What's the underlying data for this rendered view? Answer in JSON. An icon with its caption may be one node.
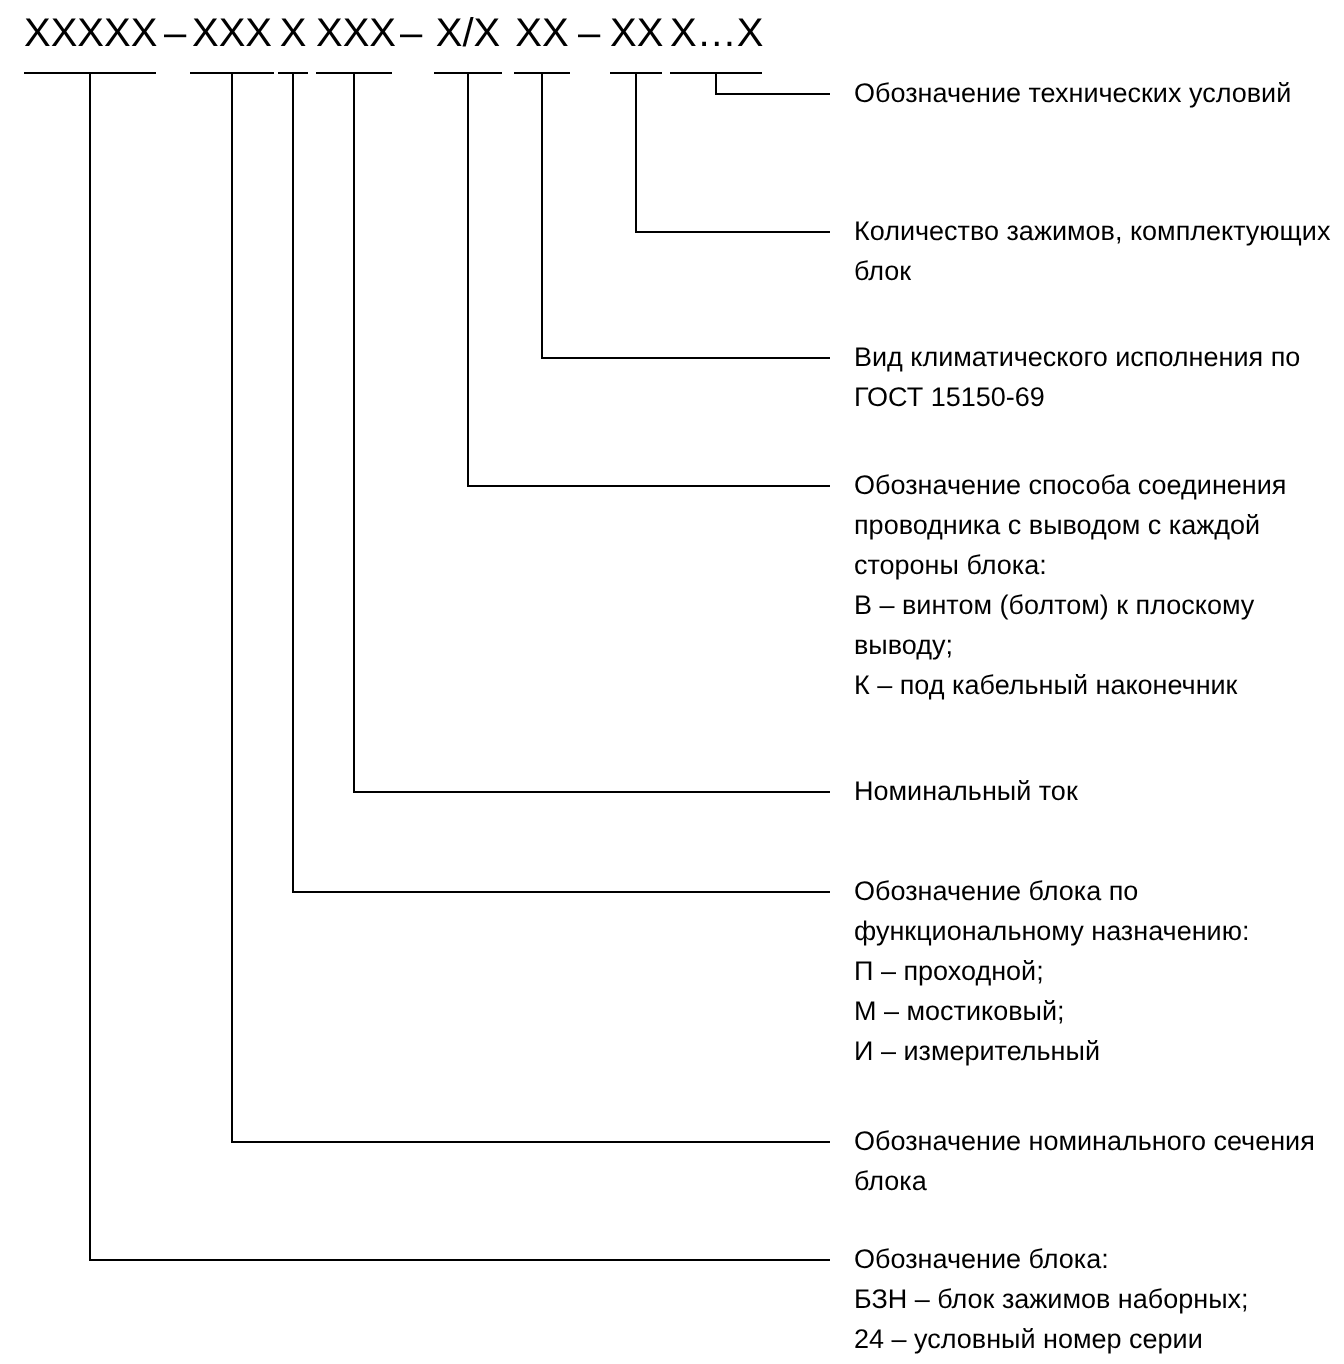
{
  "diagram": {
    "nodes": [
      {
        "text": [
          "XXXXX"
        ]
      },
      {
        "text": [
          "XXX"
        ]
      },
      {
        "text": [
          "X"
        ]
      },
      {
        "text": [
          "XXX"
        ]
      },
      {
        "text": [
          "X/X"
        ]
      },
      {
        "text": [
          "XX"
        ]
      },
      {
        "text": [
          "XX"
        ]
      },
      {
        "text": [
          "X…X"
        ]
      },
      {
        "text": [
          "Обозначение технических условий"
        ]
      },
      {
        "text": [
          "Количество зажимов, комплектующих блок"
        ]
      },
      {
        "text": [
          "Вид климатического исполнения по ГОСТ 15150-69"
        ]
      },
      {
        "text": [
          "Обозначение способа соединения проводника с выводом с каждой стороны блока:",
          "В – винтом (болтом) к плоскому выводу;",
          "К – под кабельный наконечник"
        ]
      },
      {
        "text": [
          "Номинальный ток"
        ]
      },
      {
        "text": [
          "Обозначение блока по функциональному назначению:",
          "П – проходной;",
          "М – мостиковый;",
          "И – измерительный"
        ]
      },
      {
        "text": [
          "Обозначение номинального сечения блока"
        ]
      },
      {
        "text": [
          "Обозначение блока:",
          "БЗН – блок зажимов наборных;",
          "24 – условный номер серии"
        ]
      }
    ],
    "edges": [
      {
        "from": 7,
        "to": 8,
        "arrow": "none"
      },
      {
        "from": 6,
        "to": 9,
        "arrow": "none"
      },
      {
        "from": 5,
        "to": 10,
        "arrow": "none"
      },
      {
        "from": 4,
        "to": 11,
        "arrow": "none"
      },
      {
        "from": 3,
        "to": 12,
        "arrow": "none"
      },
      {
        "from": 2,
        "to": 13,
        "arrow": "none"
      },
      {
        "from": 1,
        "to": 14,
        "arrow": "none"
      },
      {
        "from": 0,
        "to": 15,
        "arrow": "none"
      }
    ],
    "labels": [
      "–",
      "–",
      "–"
    ]
  }
}
